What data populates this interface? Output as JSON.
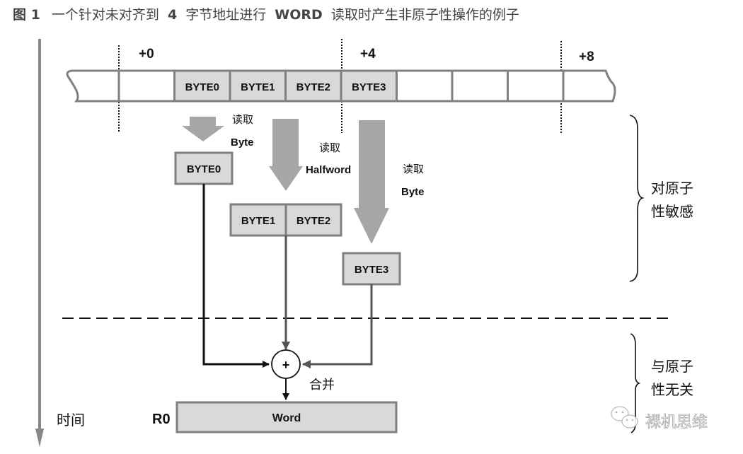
{
  "figure": {
    "title_prefix": "图 1",
    "title_part1": "一个针对未对齐到",
    "title_num": "4",
    "title_part2": "字节地址进行",
    "title_word": "WORD",
    "title_part3": "读取时产生非原子性操作的例子"
  },
  "memory": {
    "offsets": [
      "+0",
      "+4",
      "+8"
    ],
    "cells": [
      "",
      "",
      "BYTE0",
      "BYTE1",
      "BYTE2",
      "BYTE3",
      "",
      "",
      "",
      ""
    ],
    "filled": [
      false,
      false,
      true,
      true,
      true,
      true,
      false,
      false,
      false,
      false
    ]
  },
  "reads": [
    {
      "action": "读取",
      "size": "Byte",
      "result": [
        "BYTE0"
      ]
    },
    {
      "action": "读取",
      "size": "Halfword",
      "result": [
        "BYTE1",
        "BYTE2"
      ]
    },
    {
      "action": "读取",
      "size": "Byte",
      "result": [
        "BYTE3"
      ]
    }
  ],
  "merge": {
    "symbol": "+",
    "label": "合并"
  },
  "register": {
    "name": "R0",
    "value": "Word"
  },
  "time_axis": {
    "label": "时间"
  },
  "phases": {
    "sensitive": [
      "对原子",
      "性敏感"
    ],
    "insensitive": [
      "与原子",
      "性无关"
    ]
  },
  "watermark": {
    "text": "裸机思维"
  },
  "colors": {
    "filled_cell": "#d9d9d9",
    "border": "#808080",
    "arrow": "#a6a6a6"
  }
}
